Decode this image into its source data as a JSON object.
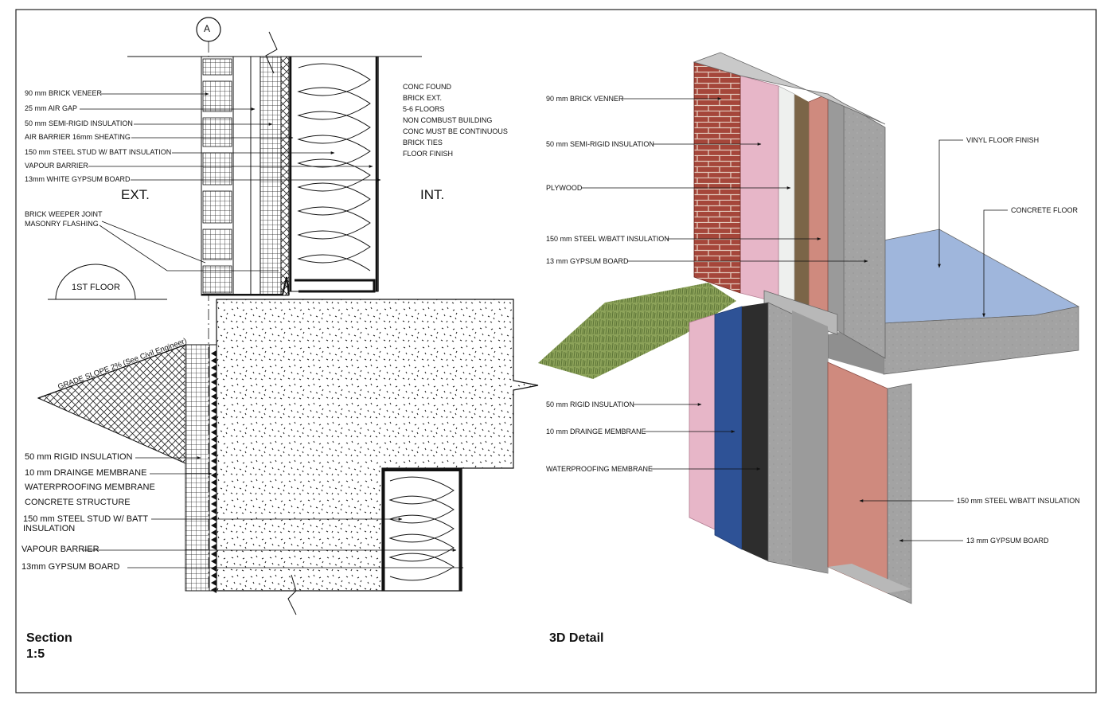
{
  "section": {
    "grid_bubble": "A",
    "labels": [
      "90 mm BRICK VENEER",
      "25 mm AIR GAP",
      "50 mm SEMI-RIGID INSULATION",
      "AIR BARRIER 16mm SHEATING",
      "150 mm STEEL STUD W/ BATT INSULATION",
      "VAPOUR BARRIER",
      "13mm WHITE GYPSUM BOARD"
    ],
    "notes": [
      "CONC FOUND",
      "BRICK EXT.",
      "5-6 FLOORS",
      "NON COMBUST BUILDING",
      "CONC MUST BE CONTINUOUS",
      "BRICK TIES",
      "FLOOR FINISH"
    ],
    "ext_label": "EXT.",
    "int_label": "INT.",
    "weeper_line1": "BRICK WEEPER JOINT",
    "weeper_line2": "MASONRY FLASHING",
    "floor_marker": "1ST FLOOR",
    "grade_slope": "GRADE SLOPE 2% (See Civil Engineer)",
    "below_labels": [
      "50 mm RIGID INSULATION",
      "10 mm DRAINGE MEMBRANE",
      "WATERPROOFING MEMBRANE",
      "CONCRETE STRUCTURE"
    ],
    "stud_line1": "150 mm STEEL STUD W/ BATT",
    "stud_line2": "INSULATION",
    "vapour_barrier_below": "VAPOUR BARRIER",
    "gypsum_below": "13mm GYPSUM BOARD",
    "title": "Section",
    "scale": "1:5"
  },
  "detail3d": {
    "upper_labels": [
      "90 mm BRICK VENNER",
      "50 mm SEMI-RIGID INSULATION",
      "PLYWOOD",
      "150 mm STEEL W/BATT INSULATION",
      "13 mm GYPSUM BOARD"
    ],
    "vinyl_floor": "VINYL FLOOR FINISH",
    "concrete_floor": "CONCRETE FLOOR",
    "lower_labels": [
      "50 mm RIGID INSULATION",
      "10 mm DRAINGE MEMBRANE",
      "WATERPROOFING MEMBRANE"
    ],
    "stud_lower": "150 mm STEEL W/BATT INSULATION",
    "gypsum_lower": "13 mm GYPSUM BOARD",
    "title": "3D Detail"
  },
  "colors": {
    "line": "#111111",
    "brick": "#a5463a",
    "pink_insulation": "#e7b6c8",
    "blue_board": "#2e5296",
    "concrete": "#a3a3a3",
    "batt": "#cf8a7e",
    "floor_finish": "#9fb6dc",
    "grass": "#7f9a4d"
  }
}
